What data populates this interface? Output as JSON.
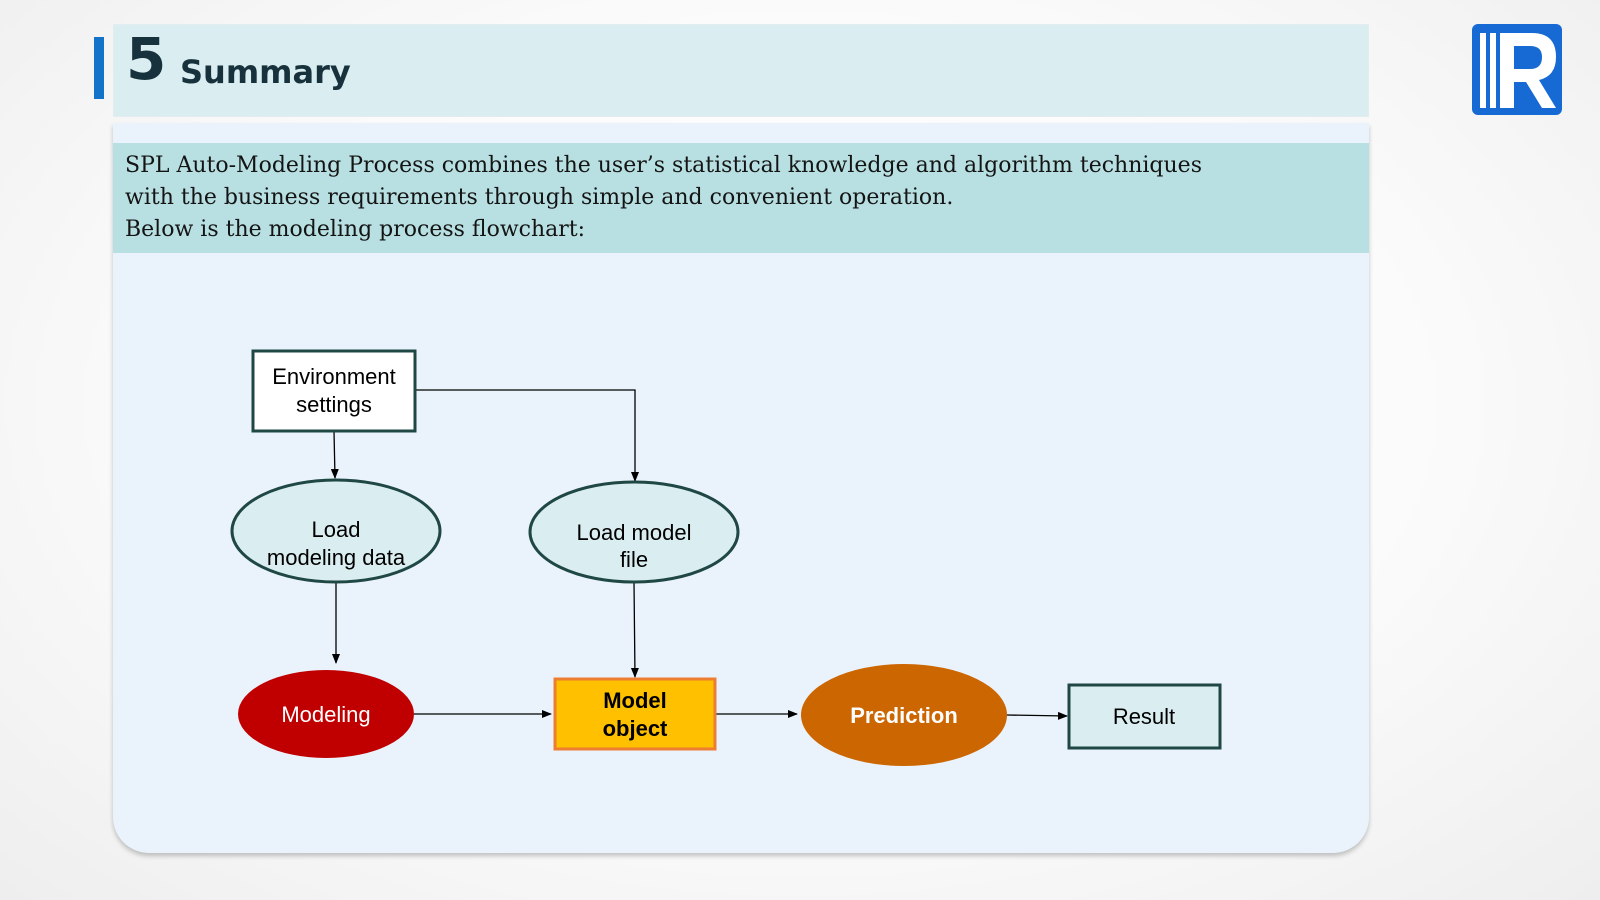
{
  "header": {
    "section_number": "5",
    "section_title": "Summary"
  },
  "description": {
    "lines": [
      "SPL Auto-Modeling Process combines the user’s statistical knowledge and algorithm techniques",
      "with the business requirements through simple and convenient operation.",
      "Below is the modeling process flowchart:"
    ]
  },
  "flowchart": {
    "nodes": {
      "environment_settings": {
        "lines": [
          "Environment",
          "settings"
        ]
      },
      "load_modeling_data": {
        "lines": [
          "Load",
          "modeling data"
        ]
      },
      "load_model_file": {
        "lines": [
          "Load model",
          "file"
        ]
      },
      "modeling": {
        "lines": [
          "Modeling"
        ]
      },
      "model_object": {
        "lines": [
          "Model",
          "object"
        ]
      },
      "prediction": {
        "lines": [
          "Prediction"
        ]
      },
      "result": {
        "lines": [
          "Result"
        ]
      }
    }
  },
  "colors": {
    "accent_bar": "#1273c9",
    "title_band": "#daedf0",
    "description_band": "#b8e0e2",
    "card_background": "#eaf3fc",
    "node_light_fill": "#daedf0",
    "node_border": "#1f4744",
    "modeling_fill": "#c00000",
    "model_object_fill": "#ffc000",
    "model_object_border": "#ed7d31",
    "prediction_fill": "#cc6600",
    "logo_blue": "#1769d4"
  }
}
